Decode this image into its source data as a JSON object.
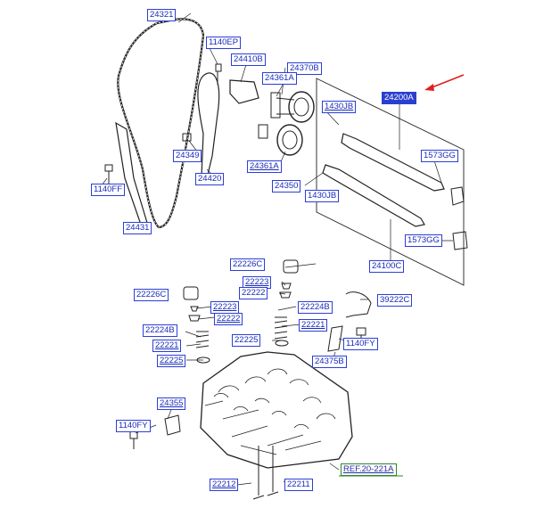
{
  "labels": {
    "p24321": "24321",
    "p1140EP": "1140EP",
    "p24410B": "24410B",
    "p24370B": "24370B",
    "p24361A_top": "24361A",
    "p1430JB_top": "1430JB",
    "p24200A": "24200A",
    "p24349": "24349",
    "p24420": "24420",
    "p24361A": "24361A",
    "p1573GG_top": "1573GG",
    "p1140FF": "1140FF",
    "p24350": "24350",
    "p1430JB_low": "1430JB",
    "p24431": "24431",
    "p1573GG_low": "1573GG",
    "p24100C": "24100C",
    "p22226C_top": "22226C",
    "p22223_top": "22223",
    "p22222_top": "22222",
    "p22226C_left": "22226C",
    "p39222C": "39222C",
    "p22224B_right": "22224B",
    "p22223_left": "22223",
    "p22222_left": "22222",
    "p22221_right": "22221",
    "p22224B_left": "22224B",
    "p22225_mid": "22225",
    "p1140FY_right": "1140FY",
    "p22221_left": "22221",
    "p22225_left": "22225",
    "p24375B": "24375B",
    "p24355": "24355",
    "p1140FY_left": "1140FY",
    "pREF": "REF.20-221A",
    "p22212": "22212",
    "p22211": "22211"
  },
  "colors": {
    "label_text": "#1a2bb8",
    "label_border": "#2b3fd6",
    "highlight_fill": "#2a3fd0",
    "ref_border": "#2b8a2b",
    "arrow": "#e02020",
    "line": "#222222"
  }
}
